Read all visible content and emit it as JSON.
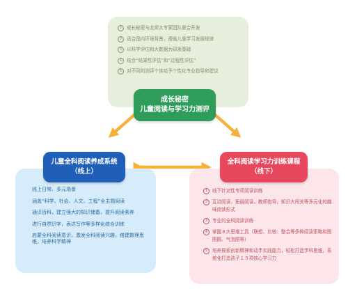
{
  "colors": {
    "center_box": "#2f9c5a",
    "left_box": "#1f5fb8",
    "right_box": "#e8475e",
    "arrow": "#f5b13c",
    "top_panel_bg": "#e6efdb",
    "left_panel_bg": "#d6ecfb",
    "right_panel_bg": "#fde6e9"
  },
  "center": {
    "line1": "成长秘密",
    "line2": "儿童阅读与学习力测评"
  },
  "top_panel": {
    "items": [
      {
        "num": "1",
        "text": "成长秘密与北师大专家团队联合开发"
      },
      {
        "num": "2",
        "text": "适合国内环境背景，遵循儿童学习发展规律"
      },
      {
        "num": "3",
        "text": "以科学评估和大数据为研发基础"
      },
      {
        "num": "4",
        "text": "结合“结果性评估”和“过程性评估”"
      },
      {
        "num": "5",
        "text": "对不同的测评个体给予个性化专业指导和建议"
      }
    ]
  },
  "left": {
    "line1": "儿童全科阅读养成系统",
    "line2": "（线上）",
    "items": [
      "线上日常、多元场景",
      "涵盖“科学、社会、人文、工程”全主题阅读",
      "通识百科，建立强大的知识储备，提升阅读素养",
      "进行自然识字，表达写作等多样化综合训练",
      "启蒙全科阅读意识，激发全科阅读兴趣，搭建数理思维，培养科学精神"
    ]
  },
  "right": {
    "line1": "全科阅读学习力训练课程",
    "line2": "（线下）",
    "items": [
      {
        "num": "1",
        "text": "线下针对性专项阅读训练"
      },
      {
        "num": "2",
        "text": "互动阅读，拓展阅读，教师指导，知识大闯关等多元化的趣味阅读形式"
      },
      {
        "num": "3",
        "text": "专业的全科阅读训练"
      },
      {
        "num": "4",
        "text": "掌握８大思维工具（联想、比较、整合等多种阅读策略和图图图、气泡图等）"
      },
      {
        "num": "5",
        "text": "培养探索创新精神和动手实践能力，轻松打造学科思维，系统化打造孩子１５项核心学习力"
      }
    ]
  }
}
